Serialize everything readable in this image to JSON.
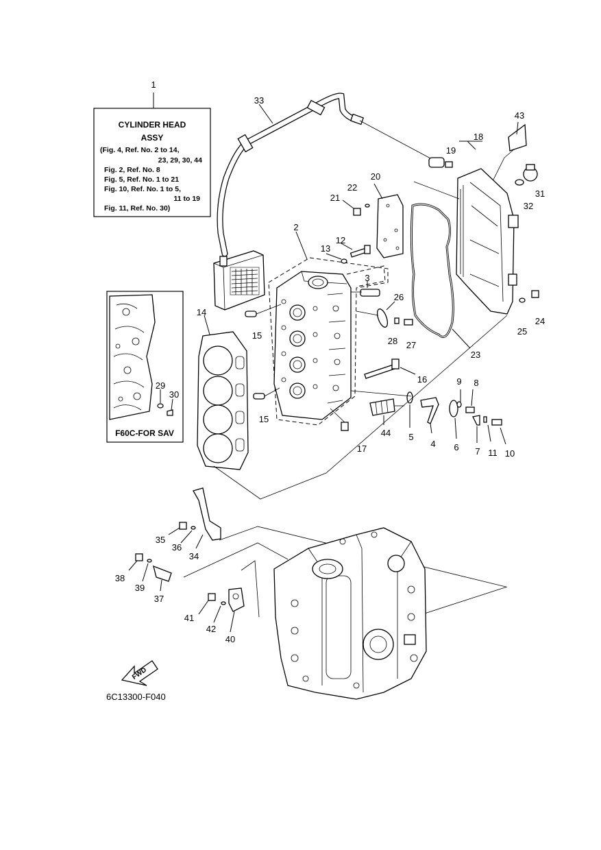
{
  "assy_box": {
    "callout": "1",
    "title": "CYLINDER HEAD",
    "subtitle": "ASSY",
    "lines": [
      "(Fig. 4, Ref. No. 2 to 14,",
      "23, 29, 30, 44",
      "Fig. 2, Ref. No. 8",
      "Fig. 5, Ref. No. 1 to 21",
      "Fig. 10, Ref. No. 1 to 5,",
      "11 to 19",
      "Fig. 11, Ref. No. 30)"
    ]
  },
  "inset": {
    "label": "F60C-FOR SAV"
  },
  "fwd_label": "FWD",
  "drawing_code": "6C13300-F040",
  "callouts": {
    "c2": "2",
    "c3": "3",
    "c4": "4",
    "c5": "5",
    "c6": "6",
    "c7": "7",
    "c8": "8",
    "c9": "9",
    "c10": "10",
    "c11": "11",
    "c12": "12",
    "c13": "13",
    "c14": "14",
    "c15a": "15",
    "c15b": "15",
    "c16": "16",
    "c17": "17",
    "c18": "18",
    "c19": "19",
    "c20": "20",
    "c21": "21",
    "c22": "22",
    "c23": "23",
    "c24": "24",
    "c25": "25",
    "c26": "26",
    "c27": "27",
    "c28": "28",
    "c29": "29",
    "c30": "30",
    "c31": "31",
    "c32": "32",
    "c33": "33",
    "c34": "34",
    "c35": "35",
    "c36": "36",
    "c37": "37",
    "c38": "38",
    "c39": "39",
    "c40": "40",
    "c41": "41",
    "c42": "42",
    "c43": "43",
    "c44": "44"
  }
}
